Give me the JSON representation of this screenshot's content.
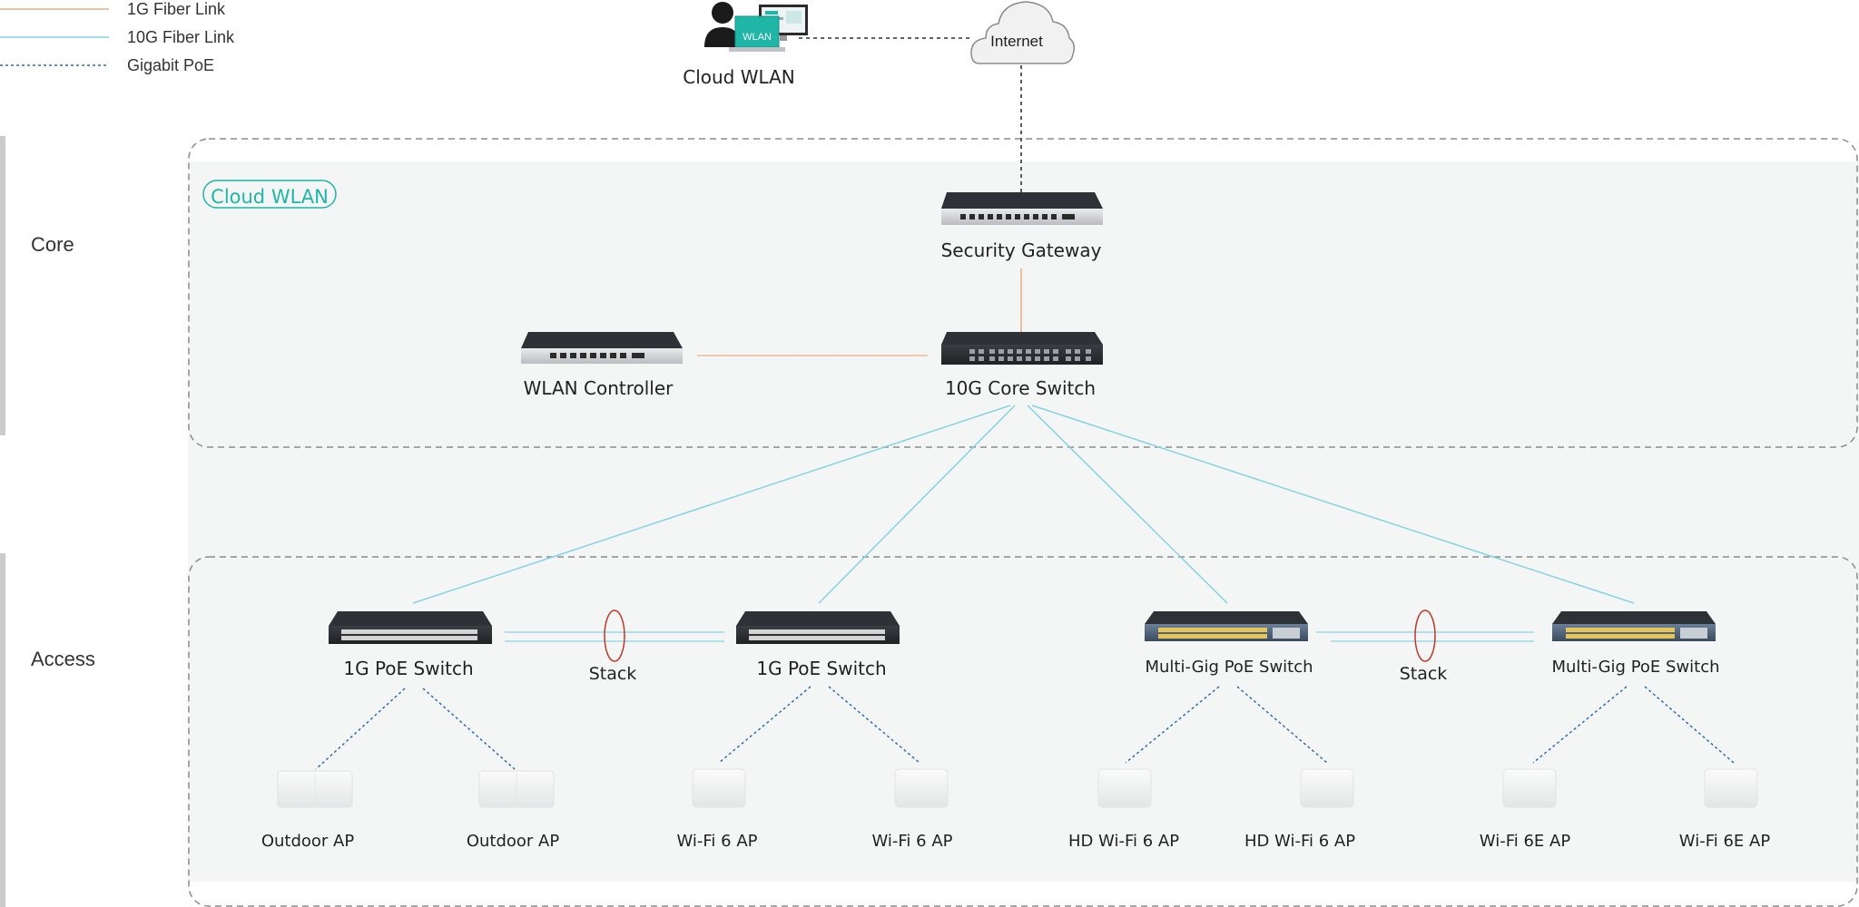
{
  "colors": {
    "fiber_1g": "#e8ab82",
    "fiber_10g": "#86d2e4",
    "gigabit_poe": "#2d6fae",
    "accent": "#1fb6a7",
    "zone_bg": "#f4f6f6",
    "zone_border": "#8c8c8c"
  },
  "legend": [
    {
      "label": "1G Fiber Link",
      "style": "solid",
      "color": "#e8ab82"
    },
    {
      "label": "10G Fiber Link",
      "style": "solid",
      "color": "#86d2e4"
    },
    {
      "label": "Gigabit PoE",
      "style": "dotted",
      "color": "#2d6fae"
    }
  ],
  "top": {
    "cloud_wlan_label": "Cloud WLAN",
    "wlan_badge": "WLAN",
    "internet_label": "Internet"
  },
  "zones": {
    "core_label": "Core",
    "access_label": "Access",
    "cloud_badge": "Cloud WLAN"
  },
  "devices": {
    "security_gateway": "Security Gateway",
    "core_switch": "10G Core Switch",
    "wlan_controller": "WLAN Controller",
    "poe_switch_1": "1G PoE Switch",
    "poe_switch_2": "1G PoE Switch",
    "mg_switch_1": "Multi-Gig PoE Switch",
    "mg_switch_2": "Multi-Gig PoE Switch",
    "stack_1": "Stack",
    "stack_2": "Stack"
  },
  "aps": [
    {
      "label": "Outdoor AP",
      "icon": "outdoor-ap-icon"
    },
    {
      "label": "Outdoor AP",
      "icon": "outdoor-ap-icon"
    },
    {
      "label": "Wi-Fi 6 AP",
      "icon": "indoor-ap-icon"
    },
    {
      "label": "Wi-Fi 6 AP",
      "icon": "indoor-ap-icon"
    },
    {
      "label": "HD Wi-Fi 6 AP",
      "icon": "indoor-ap-icon"
    },
    {
      "label": "HD Wi-Fi 6 AP",
      "icon": "indoor-ap-icon"
    },
    {
      "label": "Wi-Fi 6E AP",
      "icon": "indoor-ap-icon"
    },
    {
      "label": "Wi-Fi 6E AP",
      "icon": "indoor-ap-icon"
    }
  ]
}
